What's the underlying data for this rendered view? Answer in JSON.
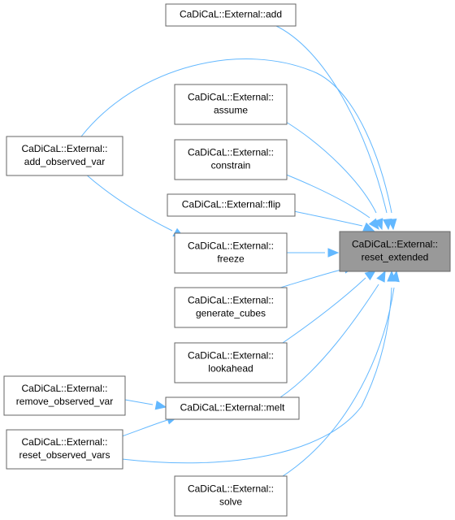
{
  "nodes": {
    "target": {
      "lines": [
        "CaDiCaL::External::",
        "reset_extended"
      ]
    },
    "add": {
      "lines": [
        "CaDiCaL::External::add"
      ]
    },
    "assume": {
      "lines": [
        "CaDiCaL::External::",
        "assume"
      ]
    },
    "constrain": {
      "lines": [
        "CaDiCaL::External::",
        "constrain"
      ]
    },
    "flip": {
      "lines": [
        "CaDiCaL::External::flip"
      ]
    },
    "freeze": {
      "lines": [
        "CaDiCaL::External::",
        "freeze"
      ]
    },
    "generate_cubes": {
      "lines": [
        "CaDiCaL::External::",
        "generate_cubes"
      ]
    },
    "lookahead": {
      "lines": [
        "CaDiCaL::External::",
        "lookahead"
      ]
    },
    "melt": {
      "lines": [
        "CaDiCaL::External::melt"
      ]
    },
    "solve": {
      "lines": [
        "CaDiCaL::External::",
        "solve"
      ]
    },
    "add_observed_var": {
      "lines": [
        "CaDiCaL::External::",
        "add_observed_var"
      ]
    },
    "remove_observed_var": {
      "lines": [
        "CaDiCaL::External::",
        "remove_observed_var"
      ]
    },
    "reset_observed_vars": {
      "lines": [
        "CaDiCaL::External::",
        "reset_observed_vars"
      ]
    }
  },
  "edges": [
    {
      "from": "add",
      "to": "target"
    },
    {
      "from": "add_observed_var",
      "to": "target"
    },
    {
      "from": "assume",
      "to": "target"
    },
    {
      "from": "constrain",
      "to": "target"
    },
    {
      "from": "flip",
      "to": "target"
    },
    {
      "from": "freeze",
      "to": "target"
    },
    {
      "from": "add_observed_var",
      "to": "freeze"
    },
    {
      "from": "generate_cubes",
      "to": "target"
    },
    {
      "from": "lookahead",
      "to": "target"
    },
    {
      "from": "melt",
      "to": "target"
    },
    {
      "from": "remove_observed_var",
      "to": "melt"
    },
    {
      "from": "reset_observed_vars",
      "to": "melt"
    },
    {
      "from": "reset_observed_vars",
      "to": "target"
    },
    {
      "from": "solve",
      "to": "target"
    }
  ],
  "colors": {
    "edge": "#63b8ff",
    "target_fill": "#999999",
    "node_border": "#666666"
  }
}
